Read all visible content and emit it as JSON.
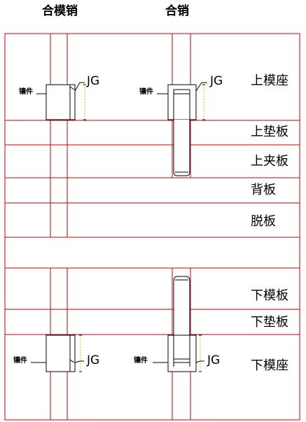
{
  "headers": {
    "combined_mold_pin": "合模销",
    "combined_pin": "合销"
  },
  "plates": [
    {
      "key": "upper_mold_base",
      "label": "上模座"
    },
    {
      "key": "upper_backing_plate",
      "label": "上垫板"
    },
    {
      "key": "upper_clamp_plate",
      "label": "上夹板"
    },
    {
      "key": "back_plate",
      "label": "背板"
    },
    {
      "key": "stripper_plate",
      "label": "脱板"
    },
    {
      "key": "lower_die_plate",
      "label": "下模板"
    },
    {
      "key": "lower_backing_plate",
      "label": "下垫板"
    },
    {
      "key": "lower_mold_base",
      "label": "下模座"
    }
  ],
  "callouts": {
    "jg": "JG",
    "insert": "镶件"
  },
  "colors": {
    "plate_lines": "#cc0000",
    "part_outline": "#000000",
    "dimension": "#e0c000",
    "background": "#ffffff"
  }
}
